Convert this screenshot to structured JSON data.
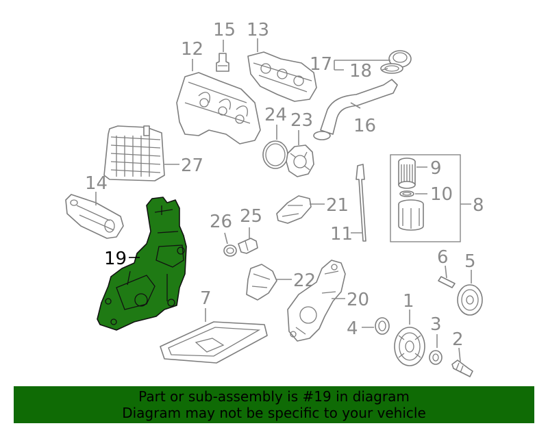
{
  "labels": {
    "l1": "1",
    "l2": "2",
    "l3": "3",
    "l4": "4",
    "l5": "5",
    "l6": "6",
    "l7": "7",
    "l8": "8",
    "l9": "9",
    "l10": "10",
    "l11": "11",
    "l12": "12",
    "l13": "13",
    "l14": "14",
    "l15": "15",
    "l16": "16",
    "l17": "17",
    "l18": "18",
    "l19": "19",
    "l20": "20",
    "l21": "21",
    "l22": "22",
    "l23": "23",
    "l24": "24",
    "l25": "25",
    "l26": "26",
    "l27": "27"
  },
  "highlighted_part": "19",
  "colors": {
    "highlight": "#1f7a14",
    "banner": "#0f6b05",
    "label": "#8a8a8a"
  },
  "banner": {
    "line1": "Part or sub-assembly is #19 in diagram",
    "line2": "Diagram may not be specific to your vehicle"
  }
}
